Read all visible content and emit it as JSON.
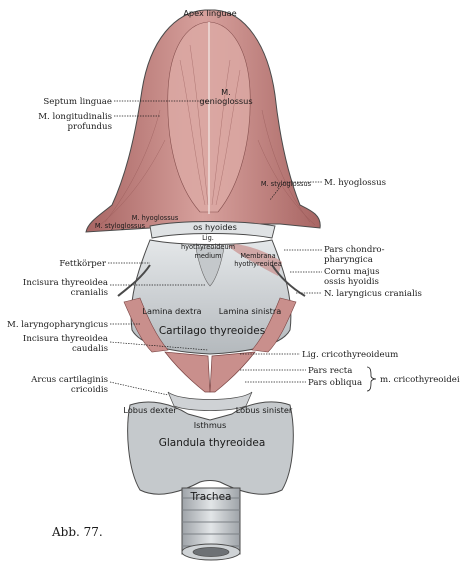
{
  "figure": {
    "caption": "Abb. 77.",
    "labels_left": {
      "septum_linguae": "Septum linguae",
      "longitudinalis_1": "M. longitudinalis",
      "longitudinalis_2": "profundus",
      "fettkoerper": "Fettkörper",
      "incisura_cran_1": "Incisura thyreoidea",
      "incisura_cran_2": "cranialis",
      "laryngopharyngicus": "M. laryngopharyngicus",
      "incisura_caud_1": "Incisura thyreoidea",
      "incisura_caud_2": "caudalis",
      "arcus_1": "Arcus cartilaginis",
      "arcus_2": "cricoidis"
    },
    "labels_right": {
      "hyoglossus": "M. hyoglossus",
      "pars_chondro_1": "Pars chondro-",
      "pars_chondro_2": "pharyngica",
      "cornu_1": "Cornu majus",
      "cornu_2": "ossis hyoidis",
      "laryngicus_cranialis": "N. laryngicus cranialis",
      "lig_cricothyreoideum": "Lig. cricothyreoideum",
      "pars_recta": "Pars recta",
      "pars_obliqua": "Pars obliqua",
      "m_cricothyreoidei": "m. cricothyreoidei"
    },
    "labels_internal": {
      "apex_linguae": "Apex linguae",
      "genioglossus_1": "M.",
      "genioglossus_2": "genioglossus",
      "styloglossus_left": "M. styloglossus",
      "styloglossus_right": "M. styloglossus",
      "hyoglossus_internal": "M. hyoglossus",
      "os_hyoides": "os hyoides",
      "lig_hyothyreoideum_1": "Lig.",
      "lig_hyothyreoideum_2": "hyothyreoideum",
      "lig_hyothyreoideum_3": "medium",
      "membrana_1": "Membrana",
      "membrana_2": "hyothyreoidea",
      "lamina_dextra": "Lamina dextra",
      "lamina_sinistra": "Lamina sinistra",
      "cartilago_thyreoides": "Cartilago thyreoides",
      "lobus_dexter": "Lobus dexter",
      "lobus_sinister": "Lobus sinister",
      "isthmus": "Isthmus",
      "glandula_thyreoidea": "Glandula thyreoidea",
      "trachea": "Trachea"
    }
  },
  "colors": {
    "muscle": "#c98f8c",
    "muscle_dark": "#9f5f5e",
    "cartilage": "#c3c7ca",
    "cartilage_light": "#dfe2e4",
    "outline": "#4a4a4a"
  }
}
